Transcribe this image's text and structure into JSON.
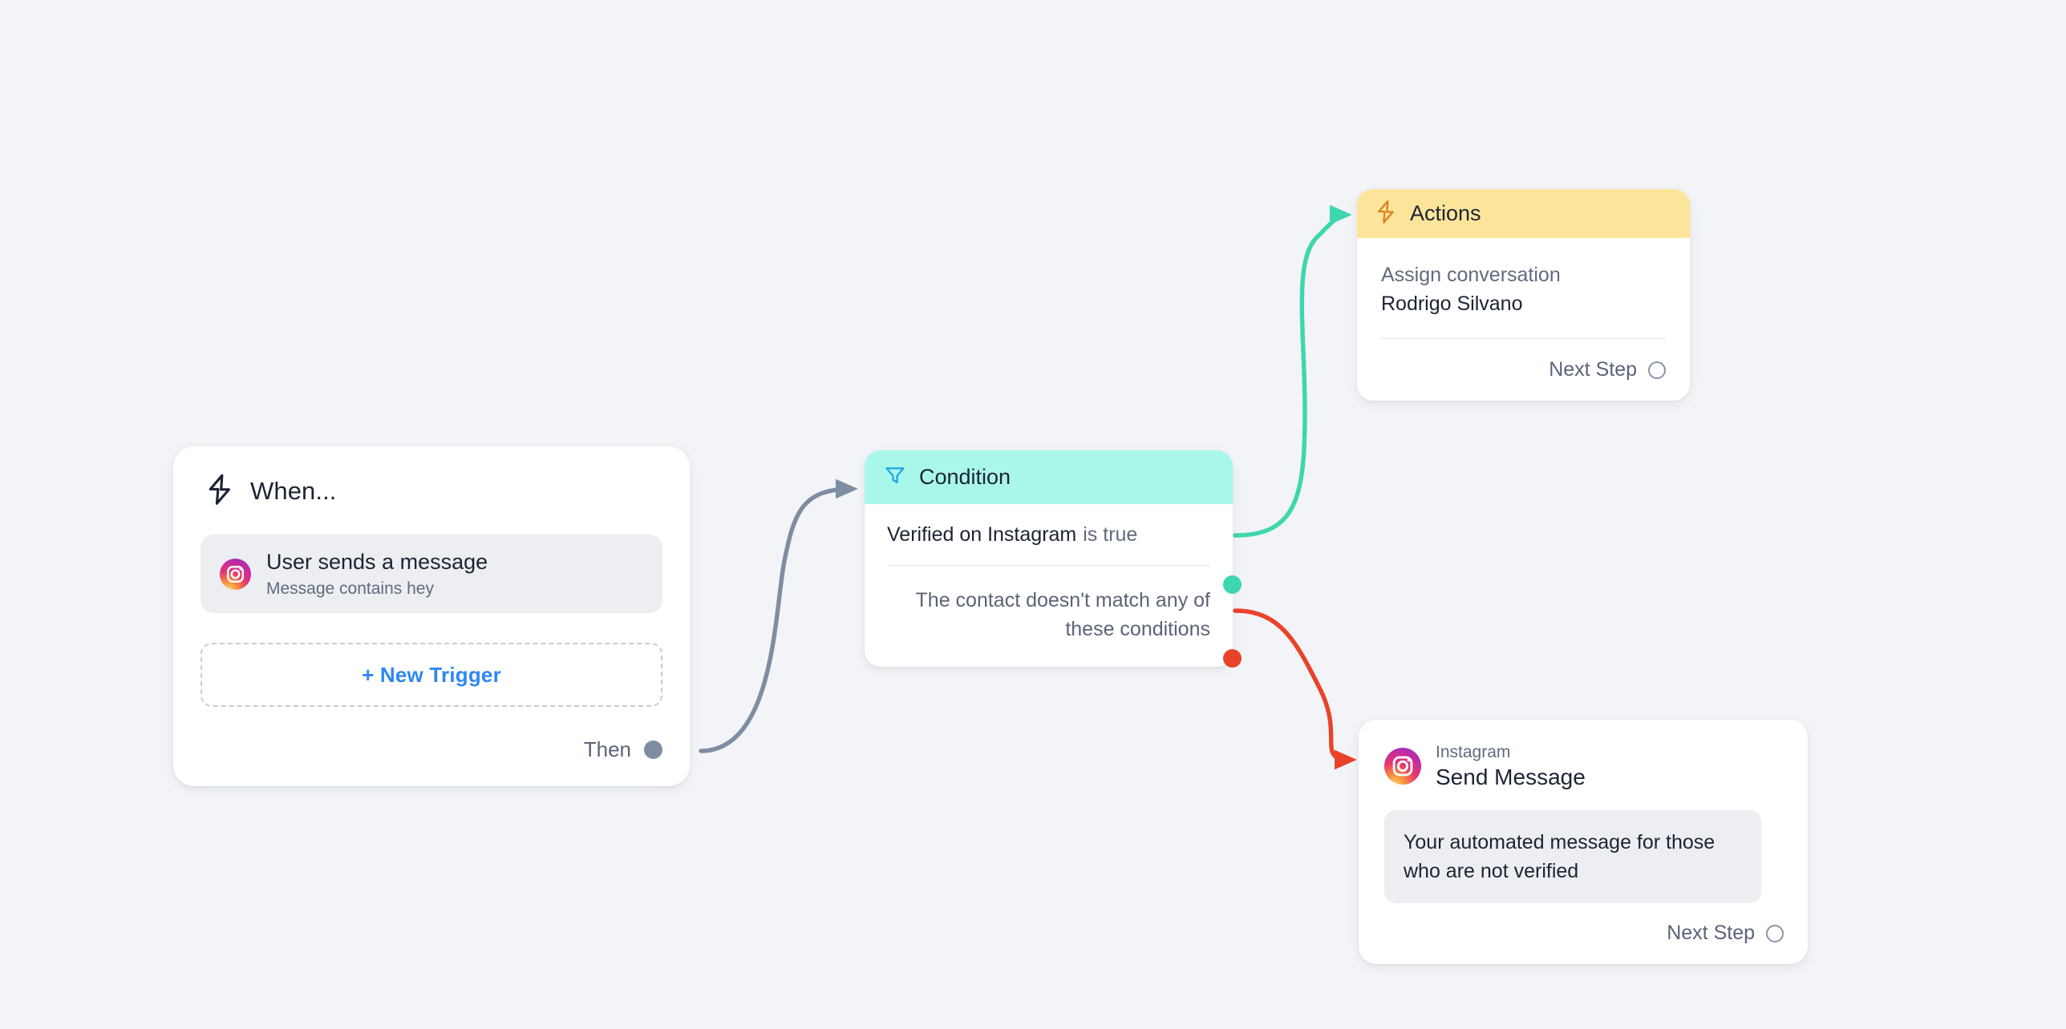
{
  "canvas": {
    "background_color": "#f2f4f7"
  },
  "nodes": {
    "trigger": {
      "icon": "lightning-bolt-icon",
      "title": "When...",
      "items": [
        {
          "icon": "instagram-icon",
          "title": "User sends a message",
          "subtitle": "Message contains hey"
        }
      ],
      "new_trigger_label": "+ New Trigger",
      "output_label": "Then",
      "output_port_color": "#7f8da2"
    },
    "condition": {
      "icon": "filter-funnel-icon",
      "header_title": "Condition",
      "header_color": "#a9f7ea",
      "rows": [
        {
          "field": "Verified on Instagram",
          "operator": "is true"
        }
      ],
      "fallback_text": "The contact doesn't match any of these conditions",
      "true_port_color": "#3ed6ae",
      "false_port_color": "#e8432a"
    },
    "actions": {
      "icon": "lightning-bolt-icon",
      "header_title": "Actions",
      "header_color": "#fce49a",
      "action_label": "Assign conversation",
      "action_value": "Rodrigo Silvano",
      "next_step_label": "Next Step"
    },
    "send_message": {
      "icon": "instagram-icon",
      "channel": "Instagram",
      "title": "Send Message",
      "message": "Your automated message for those who are not verified",
      "next_step_label": "Next Step"
    }
  },
  "edges": [
    {
      "name": "trigger-to-condition",
      "from": "trigger.then-port",
      "to": "condition",
      "color": "#7f8da2"
    },
    {
      "name": "condition-true-to-actions",
      "from": "condition.true-port",
      "to": "actions",
      "color": "#3ed6ae"
    },
    {
      "name": "condition-false-to-send-message",
      "from": "condition.false-port",
      "to": "send_message",
      "color": "#e8432a"
    }
  ]
}
